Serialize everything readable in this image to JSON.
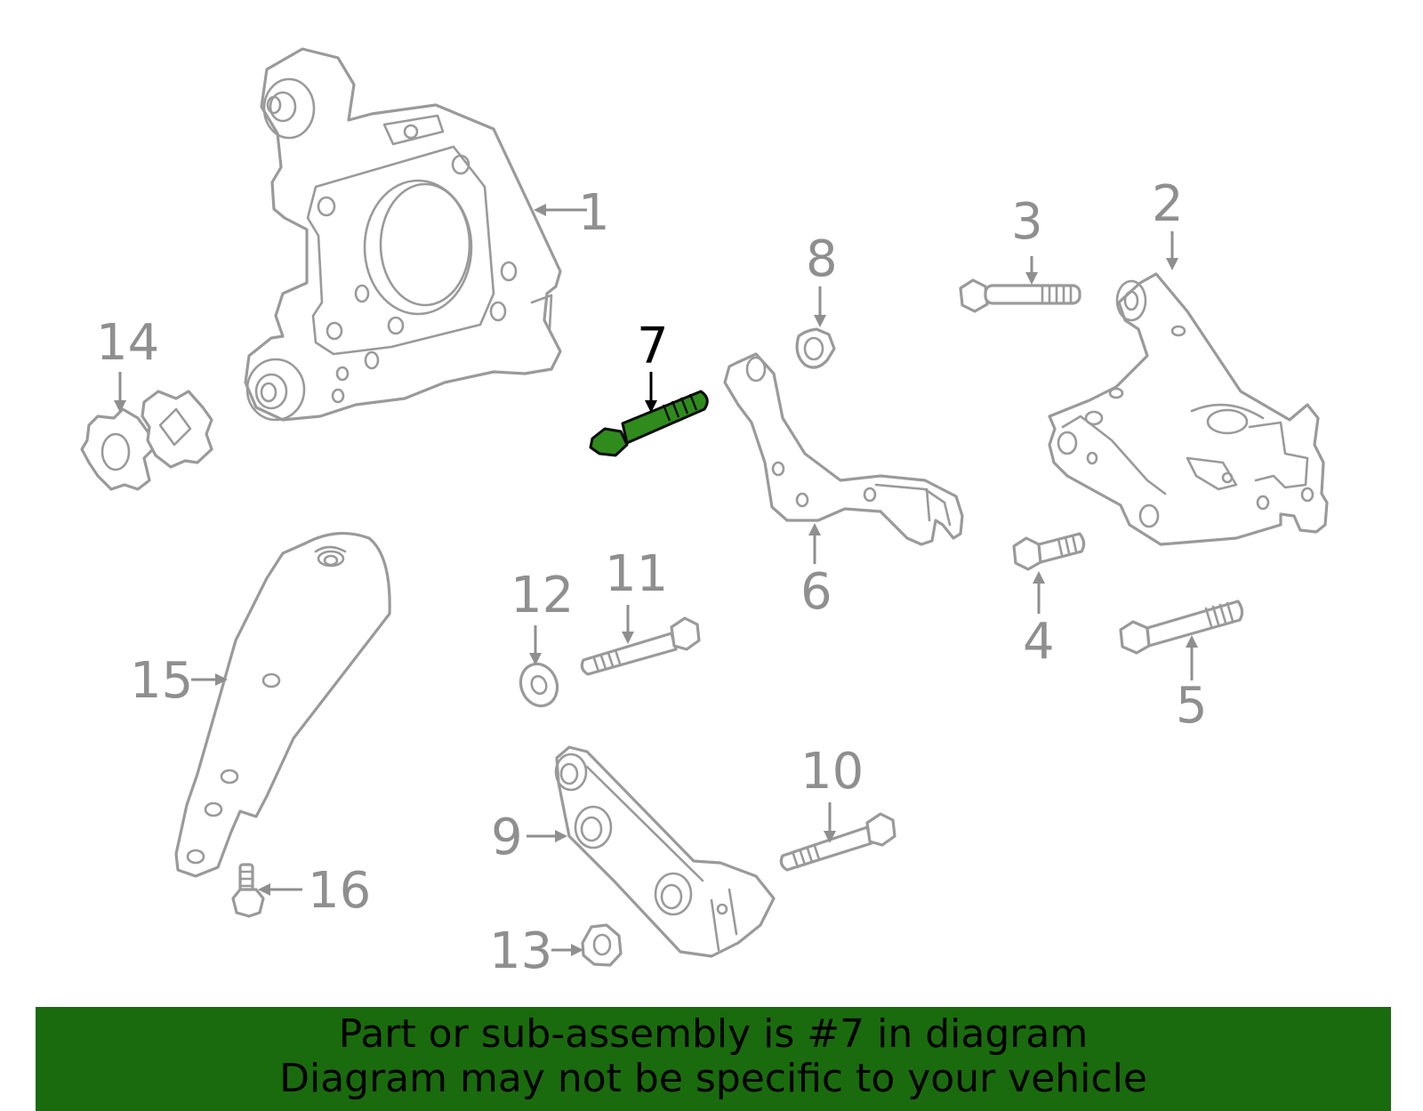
{
  "callouts": {
    "c1": "1",
    "c2": "2",
    "c3": "3",
    "c4": "4",
    "c5": "5",
    "c6": "6",
    "c7": "7",
    "c8": "8",
    "c9": "9",
    "c10": "10",
    "c11": "11",
    "c12": "12",
    "c13": "13",
    "c14": "14",
    "c15": "15",
    "c16": "16"
  },
  "highlight": {
    "part": "7",
    "color": "#2e8b1c"
  },
  "banner": {
    "line1": "Part or sub-assembly is #7 in diagram",
    "line2": "Diagram may not be specific to your vehicle",
    "background": "#1a6b0d"
  }
}
